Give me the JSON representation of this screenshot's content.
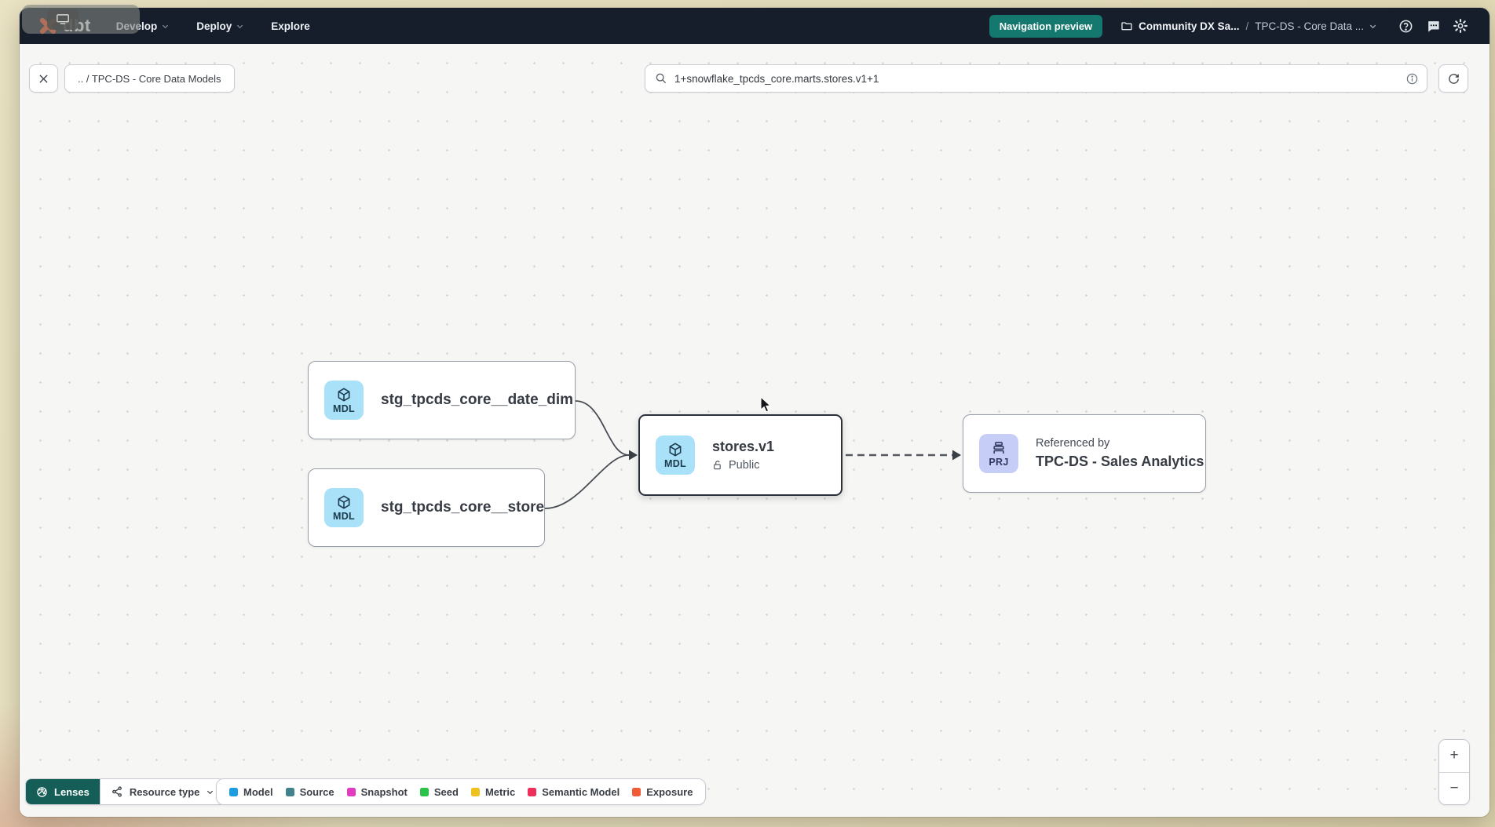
{
  "nav": {
    "logo_text": "dbt",
    "menu_items": [
      {
        "label": "Develop",
        "chevron": true
      },
      {
        "label": "Deploy",
        "chevron": true
      },
      {
        "label": "Explore",
        "chevron": false
      }
    ],
    "preview_badge": "Navigation preview",
    "account_breadcrumb": "Community DX Sa...",
    "breadcrumb_separator": "/",
    "project_breadcrumb": "TPC-DS - Core Data ...",
    "colors": {
      "navbar_bg": "#161e2b",
      "preview_badge_teal": "#15786f",
      "logo_orange": "#ff4f1f"
    }
  },
  "toolbar": {
    "breadcrumb": ".. / TPC-DS - Core Data Models",
    "search_value": "1+snowflake_tpcds_core.marts.stores.v1+1"
  },
  "graph": {
    "nodes": {
      "date_dim": {
        "badge": "MDL",
        "title": "stg_tpcds_core__date_dim"
      },
      "store": {
        "badge": "MDL",
        "title": "stg_tpcds_core__store"
      },
      "stores_v1": {
        "badge": "MDL",
        "title": "stores.v1",
        "access": "Public",
        "selected": true
      },
      "sales_analytics": {
        "badge": "PRJ",
        "kicker": "Referenced by",
        "title": "TPC-DS - Sales Analytics"
      }
    },
    "badge_colors": {
      "model": "#a9e1f9",
      "project": "#c6cef7"
    }
  },
  "footer": {
    "lenses_label": "Lenses",
    "resource_type_label": "Resource type",
    "legend": {
      "model": {
        "label": "Model",
        "color": "#1e9ce1"
      },
      "source": {
        "label": "Source",
        "color": "#43828b"
      },
      "snapshot": {
        "label": "Snapshot",
        "color": "#e23cbe"
      },
      "seed": {
        "label": "Seed",
        "color": "#2bc24a"
      },
      "metric": {
        "label": "Metric",
        "color": "#efc11f"
      },
      "semantic_model": {
        "label": "Semantic Model",
        "color": "#ee2e5b"
      },
      "exposure": {
        "label": "Exposure",
        "color": "#f15b37"
      }
    }
  },
  "zoom_controls": {
    "zoom_in": "+",
    "zoom_out": "−"
  },
  "icons": {
    "close": "✕",
    "chevron_down": "⌄",
    "zoom_in": "+",
    "zoom_out": "−",
    "search": "magnifier",
    "info": "circled-i",
    "refresh": "circular-arrow",
    "folder": "folder-outline",
    "help": "circled-question",
    "feedback": "speech-bubble",
    "settings": "gear",
    "model_node": "cube",
    "project_node": "stacked-trays",
    "public_access": "open-padlock",
    "lenses": "aperture",
    "resource_type": "graph-nodes"
  }
}
